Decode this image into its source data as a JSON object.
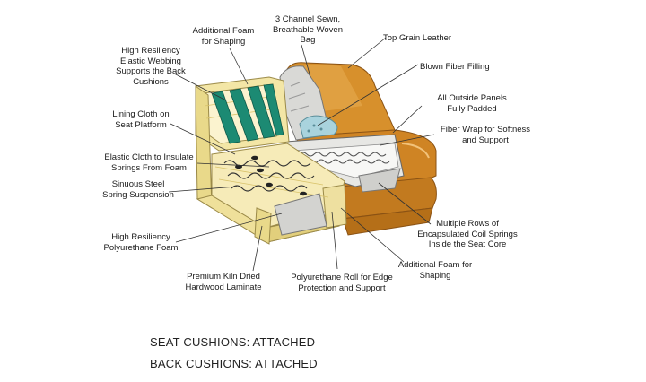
{
  "callouts": {
    "additional_foam_shaping_top": "Additional Foam\nfor Shaping",
    "three_channel_sewn": "3 Channel Sewn,\nBreathable Woven\nBag",
    "top_grain_leather": "Top Grain Leather",
    "high_resiliency_webbing": "High Resiliency\nElastic Webbing\nSupports the Back\nCushions",
    "blown_fiber_filling": "Blown Fiber Filling",
    "outside_panels_padded": "All Outside Panels\nFully Padded",
    "lining_cloth": "Lining Cloth on\nSeat Platform",
    "fiber_wrap": "Fiber Wrap for Softness\nand Support",
    "elastic_cloth": "Elastic Cloth to Insulate\nSprings From Foam",
    "sinuous_steel": "Sinuous Steel\nSpring Suspension",
    "high_resiliency_foam": "High Resiliency\nPolyurethane Foam",
    "coil_springs": "Multiple Rows of\nEncapsulated Coil Springs\nInside the Seat Core",
    "additional_foam_shaping_bottom": "Additional Foam for\nShaping",
    "kiln_dried": "Premium Kiln Dried\nHardwood Laminate",
    "polyurethane_roll": "Polyurethane Roll for Edge\nProtection and Support"
  },
  "footer": {
    "seat_cushions": "SEAT CUSHIONS: ATTACHED",
    "back_cushions": "BACK CUSHIONS: ATTACHED"
  },
  "colors": {
    "leather": "#d7902c",
    "wood": "#f3e6a6",
    "webbing": "#1c8a73",
    "fiber": "#a9d3dd"
  }
}
